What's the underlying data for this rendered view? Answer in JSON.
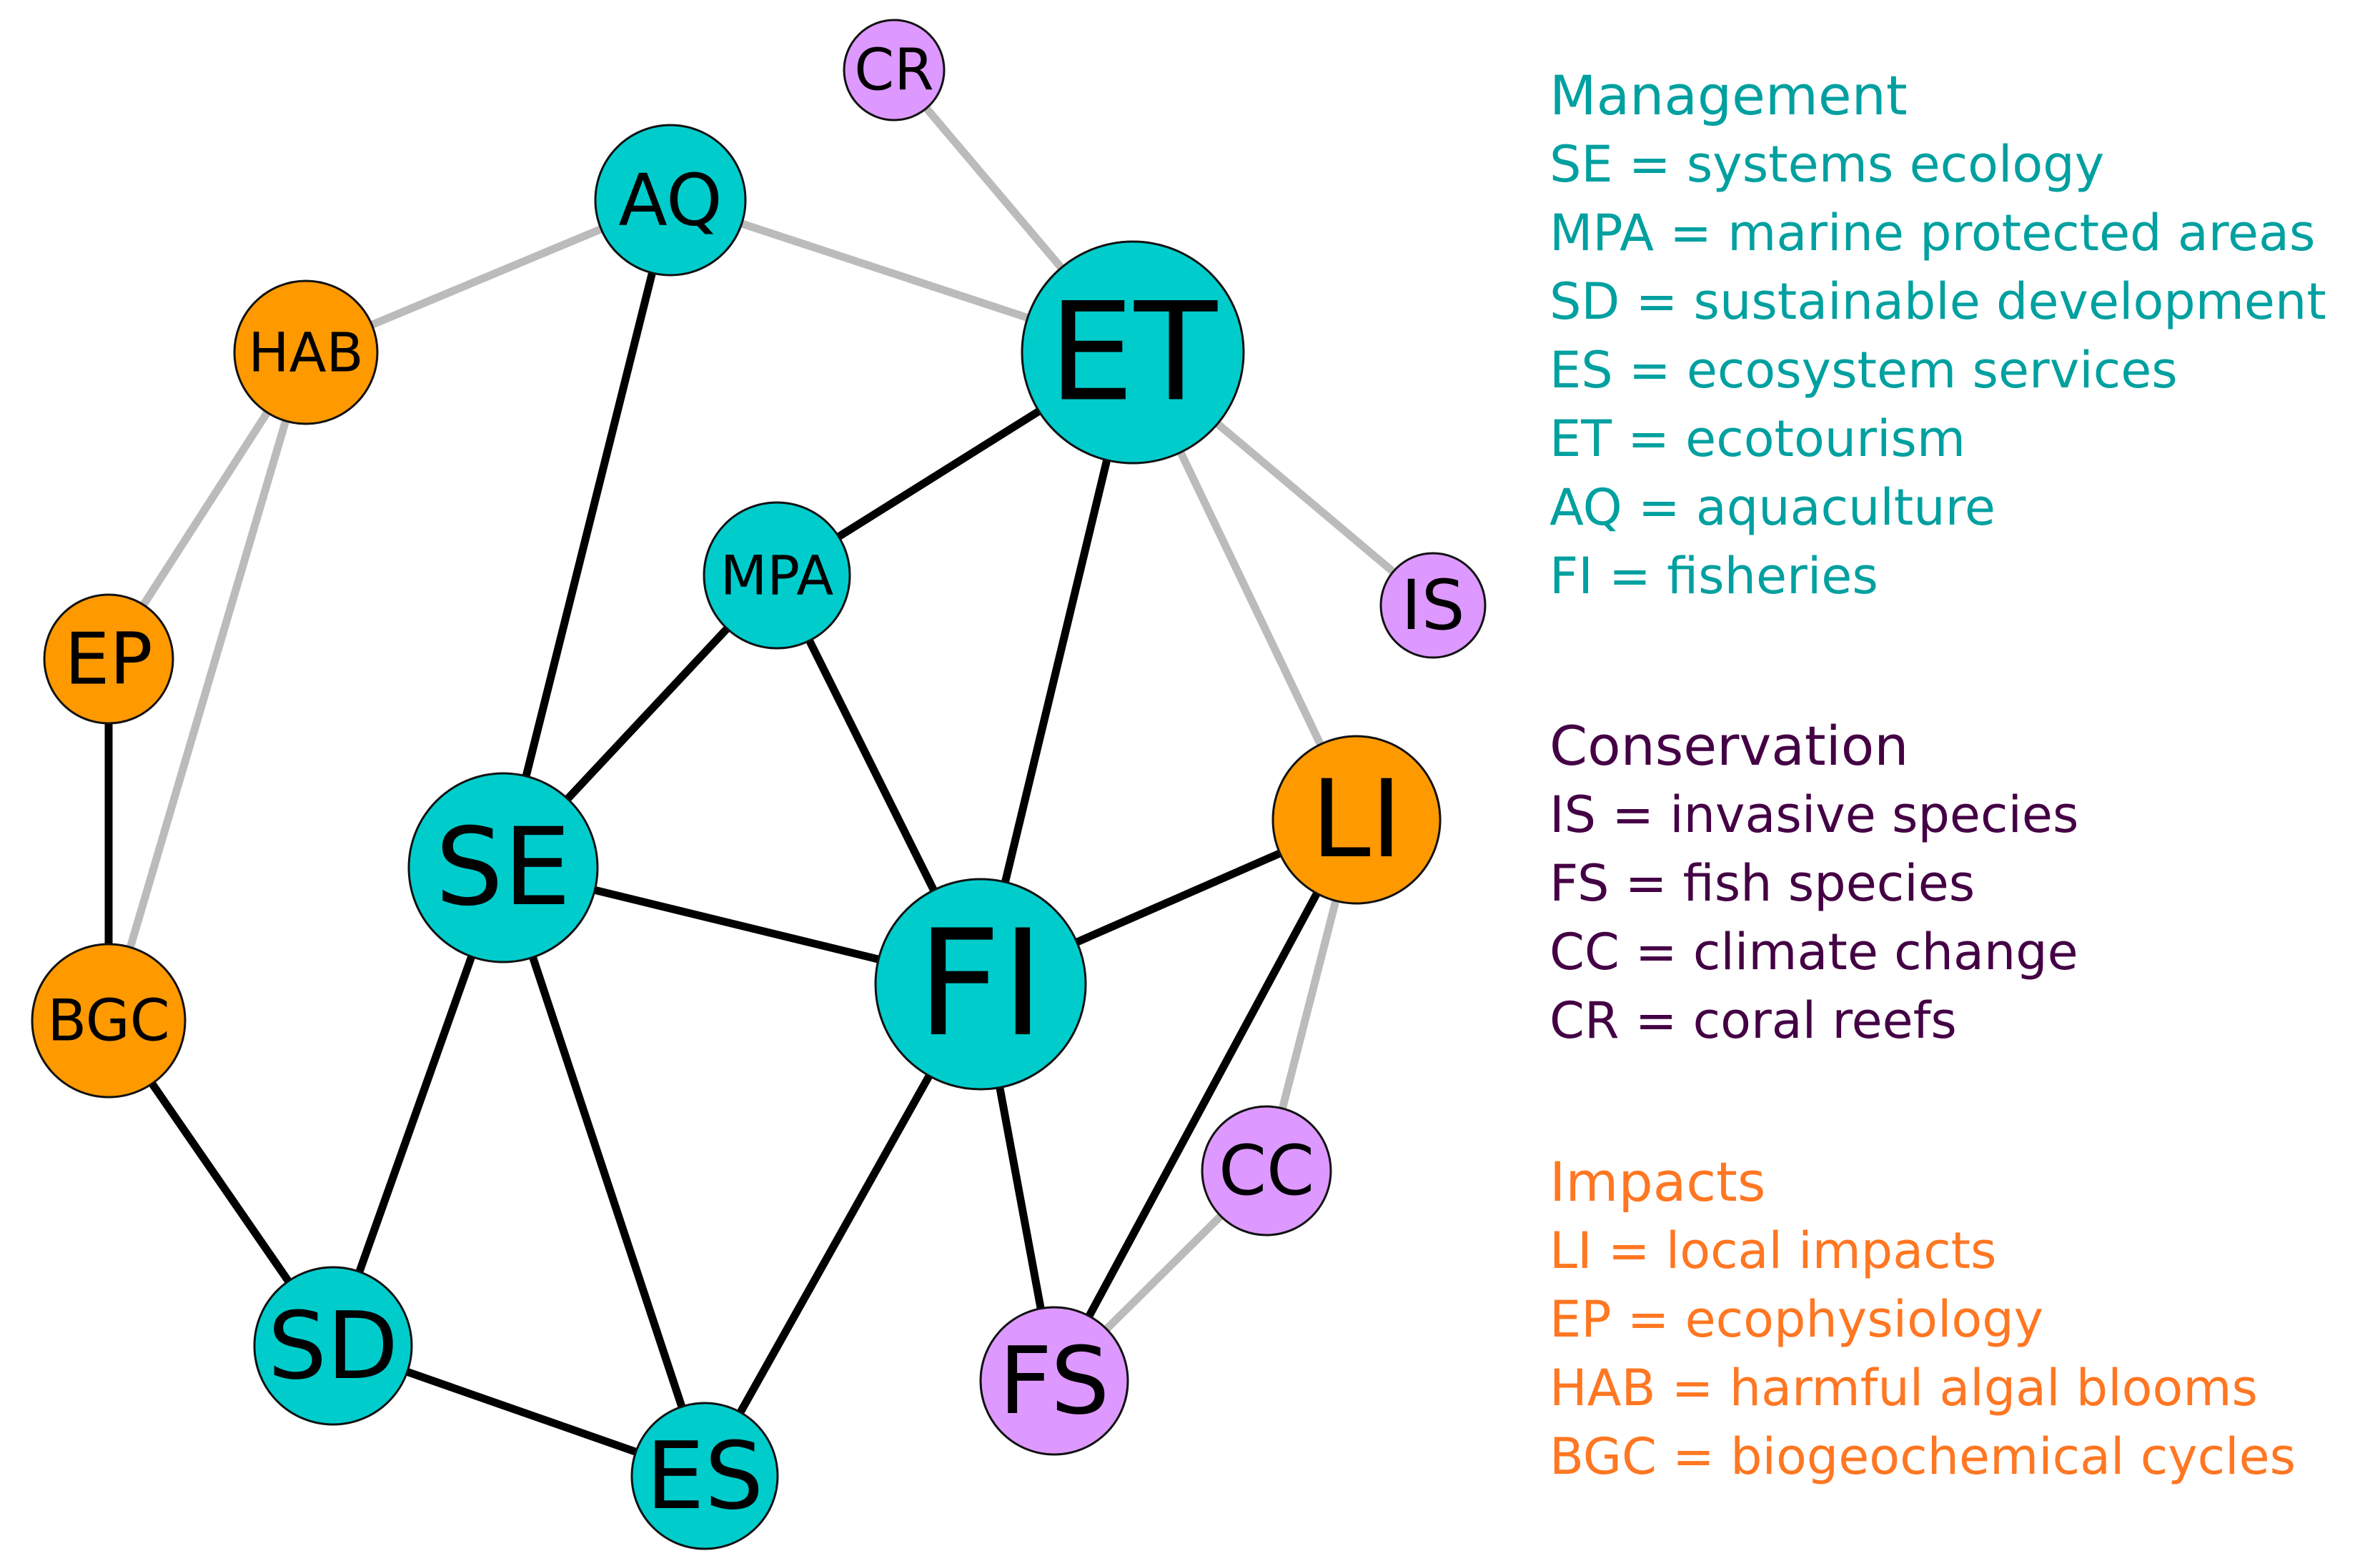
{
  "colors": {
    "management": "#00cccc",
    "conservation": "#dd99ff",
    "impacts": "#ff9900",
    "management_text": "#00a0a0",
    "conservation_text": "#440044",
    "impacts_text": "#ff7722",
    "strong_edge": "#000000",
    "weak_edge": "#bbbbbb"
  },
  "nodes": [
    {
      "id": "CR",
      "label": "CR",
      "group": "conservation"
    },
    {
      "id": "AQ",
      "label": "AQ",
      "group": "management"
    },
    {
      "id": "ET",
      "label": "ET",
      "group": "management"
    },
    {
      "id": "HAB",
      "label": "HAB",
      "group": "impacts"
    },
    {
      "id": "MPA",
      "label": "MPA",
      "group": "management"
    },
    {
      "id": "IS",
      "label": "IS",
      "group": "conservation"
    },
    {
      "id": "EP",
      "label": "EP",
      "group": "impacts"
    },
    {
      "id": "LI",
      "label": "LI",
      "group": "impacts"
    },
    {
      "id": "SE",
      "label": "SE",
      "group": "management"
    },
    {
      "id": "FI",
      "label": "FI",
      "group": "management"
    },
    {
      "id": "BGC",
      "label": "BGC",
      "group": "impacts"
    },
    {
      "id": "CC",
      "label": "CC",
      "group": "conservation"
    },
    {
      "id": "SD",
      "label": "SD",
      "group": "management"
    },
    {
      "id": "FS",
      "label": "FS",
      "group": "conservation"
    },
    {
      "id": "ES",
      "label": "ES",
      "group": "management"
    }
  ],
  "edges": [
    {
      "from": "CR",
      "to": "ET",
      "type": "weak"
    },
    {
      "from": "AQ",
      "to": "ET",
      "type": "weak"
    },
    {
      "from": "AQ",
      "to": "HAB",
      "type": "weak"
    },
    {
      "from": "HAB",
      "to": "EP",
      "type": "weak"
    },
    {
      "from": "HAB",
      "to": "BGC",
      "type": "weak"
    },
    {
      "from": "ET",
      "to": "IS",
      "type": "weak"
    },
    {
      "from": "ET",
      "to": "LI",
      "type": "weak"
    },
    {
      "from": "LI",
      "to": "CC",
      "type": "weak"
    },
    {
      "from": "CC",
      "to": "FS",
      "type": "weak"
    },
    {
      "from": "AQ",
      "to": "SE",
      "type": "strong"
    },
    {
      "from": "ET",
      "to": "MPA",
      "type": "strong"
    },
    {
      "from": "ET",
      "to": "FI",
      "type": "strong"
    },
    {
      "from": "MPA",
      "to": "SE",
      "type": "strong"
    },
    {
      "from": "MPA",
      "to": "FI",
      "type": "strong"
    },
    {
      "from": "EP",
      "to": "BGC",
      "type": "strong"
    },
    {
      "from": "SE",
      "to": "FI",
      "type": "strong"
    },
    {
      "from": "SE",
      "to": "SD",
      "type": "strong"
    },
    {
      "from": "SE",
      "to": "ES",
      "type": "strong"
    },
    {
      "from": "FI",
      "to": "LI",
      "type": "strong"
    },
    {
      "from": "FI",
      "to": "ES",
      "type": "strong"
    },
    {
      "from": "FI",
      "to": "FS",
      "type": "strong"
    },
    {
      "from": "LI",
      "to": "FS",
      "type": "strong"
    },
    {
      "from": "BGC",
      "to": "SD",
      "type": "strong"
    },
    {
      "from": "SD",
      "to": "ES",
      "type": "strong"
    }
  ],
  "legend": {
    "management": {
      "heading": "Management",
      "items": [
        "SE = systems ecology",
        "MPA = marine protected areas",
        "SD = sustainable development",
        "ES = ecosystem services",
        "ET = ecotourism",
        "AQ = aquaculture",
        "FI = fisheries"
      ]
    },
    "conservation": {
      "heading": "Conservation",
      "items": [
        "IS = invasive species",
        "FS = fish species",
        "CC = climate change",
        "CR = coral reefs"
      ]
    },
    "impacts": {
      "heading": "Impacts",
      "items": [
        "LI = local impacts",
        "EP = ecophysiology",
        "HAB = harmful algal blooms",
        "BGC = biogeochemical cycles"
      ]
    }
  }
}
